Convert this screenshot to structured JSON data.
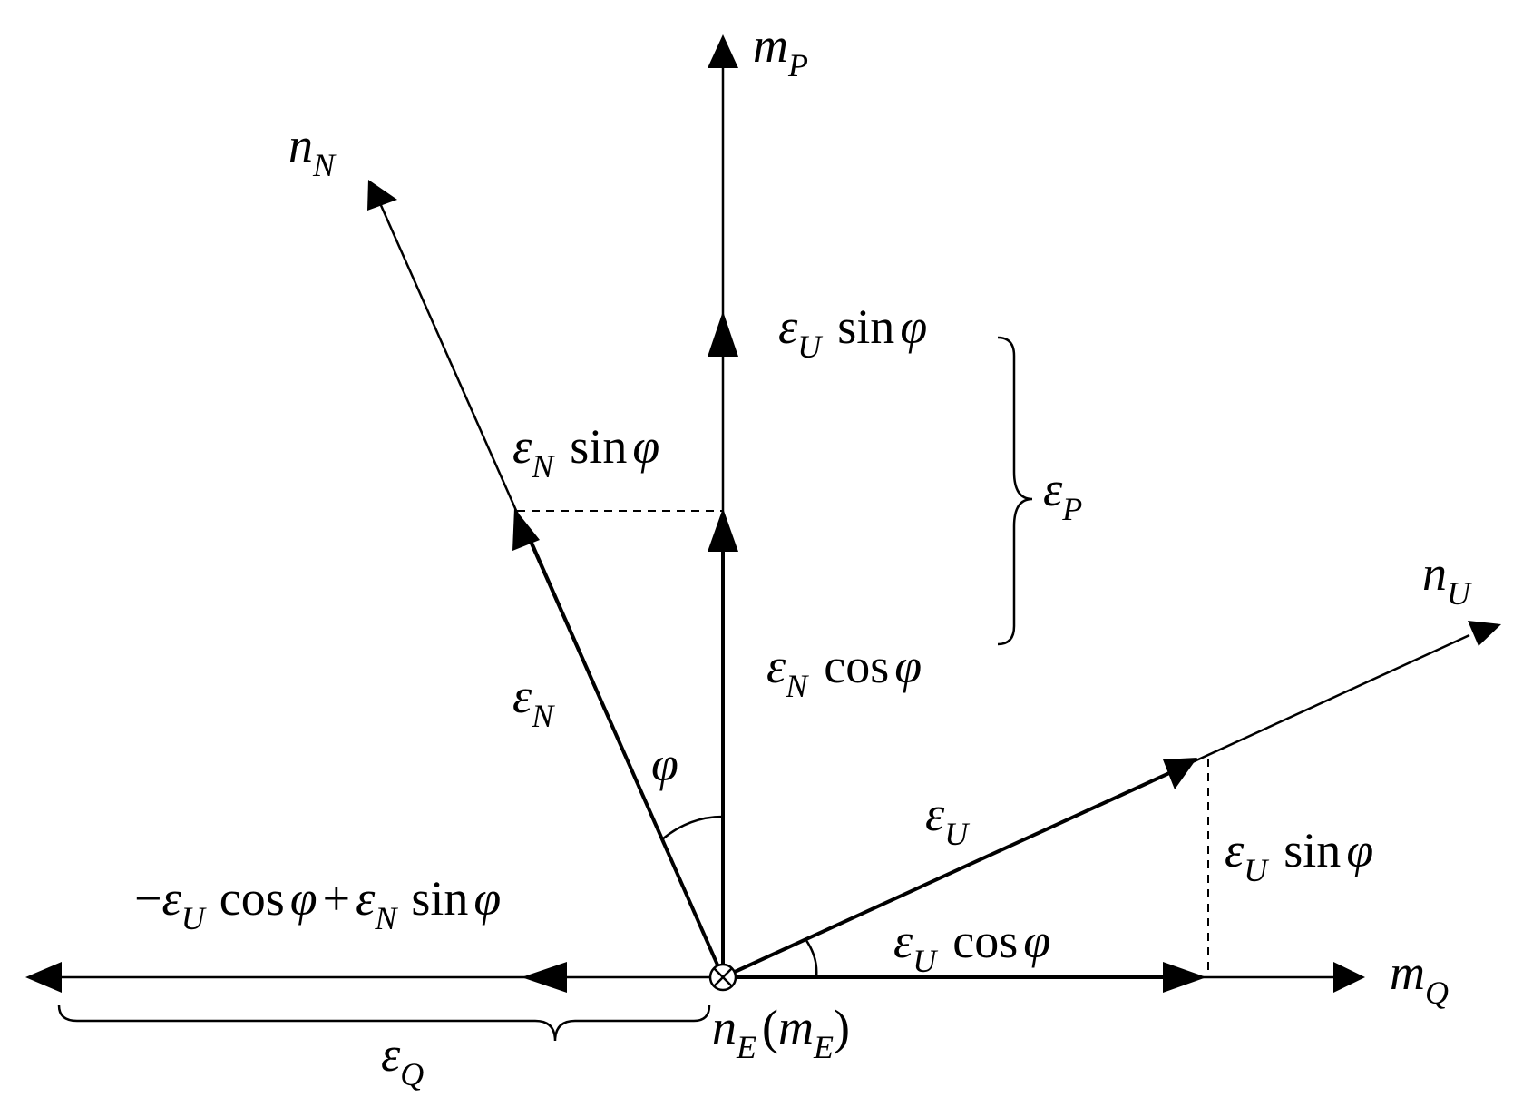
{
  "labels": {
    "m_P": {
      "base": "m",
      "sub": "P"
    },
    "n_N": {
      "base": "n",
      "sub": "N"
    },
    "n_U": {
      "base": "n",
      "sub": "U"
    },
    "m_Q": {
      "base": "m",
      "sub": "Q"
    },
    "eps_P": {
      "base": "ε",
      "sub": "P"
    },
    "eps_Q": {
      "base": "ε",
      "sub": "Q"
    },
    "eps_N": {
      "base": "ε",
      "sub": "N"
    },
    "eps_U": {
      "base": "ε",
      "sub": "U"
    },
    "phi": "φ",
    "origin": {
      "n": "n",
      "n_sub": "E",
      "m": "m",
      "m_sub": "E",
      "open": "(",
      "close": ")"
    },
    "eps_U_sin_top": {
      "base": "ε",
      "sub": "U",
      "fn": "sin",
      "arg": "φ"
    },
    "eps_N_sin": {
      "base": "ε",
      "sub": "N",
      "fn": "sin",
      "arg": "φ"
    },
    "eps_N_cos": {
      "base": "ε",
      "sub": "N",
      "fn": "cos",
      "arg": "φ"
    },
    "eps_U_cos": {
      "base": "ε",
      "sub": "U",
      "fn": "cos",
      "arg": "φ"
    },
    "eps_U_sin_right": {
      "base": "ε",
      "sub": "U",
      "fn": "sin",
      "arg": "φ"
    },
    "combo": {
      "minus": "−",
      "b1": "ε",
      "s1": "U",
      "f1": "cos",
      "a1": "φ",
      "plus": "+",
      "b2": "ε",
      "s2": "N",
      "f2": "sin",
      "a2": "φ"
    }
  }
}
